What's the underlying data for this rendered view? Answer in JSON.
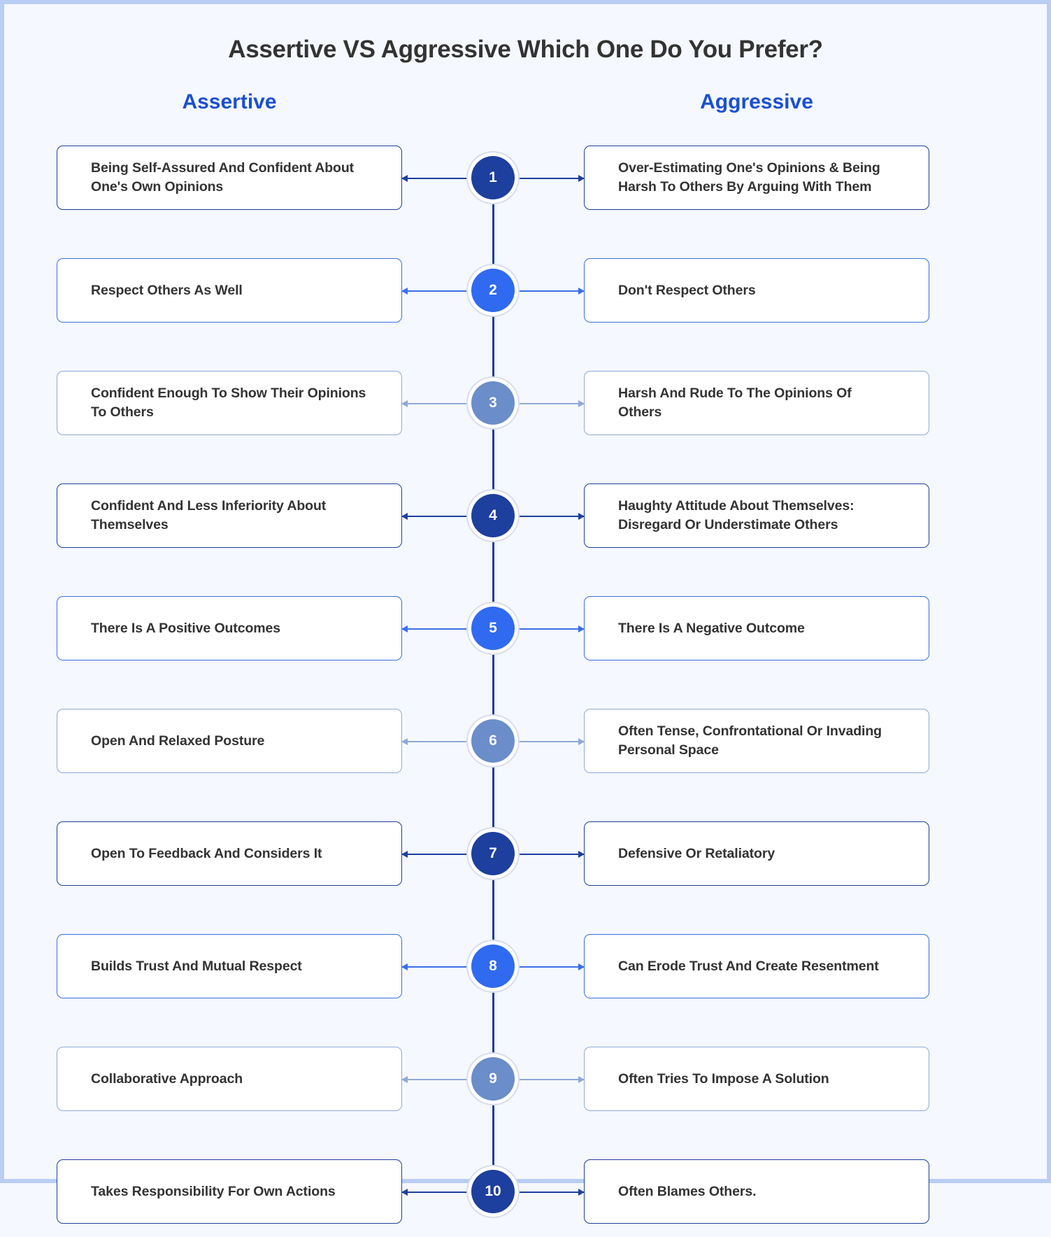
{
  "header": {
    "title": "Assertive VS Aggressive Which One Do You Prefer?",
    "left_column": "Assertive",
    "right_column": "Aggressive"
  },
  "colors": {
    "page_background": "#f5f8fe",
    "page_border": "#b9cdf5",
    "heading_blue": "#1a4fd0",
    "title_text": "#333333",
    "node_navy": "#1d3f9e",
    "node_blue": "#2f6af0",
    "node_steel": "#6b8dc9",
    "box_background": "#ffffff",
    "box_text": "#333333"
  },
  "rows": [
    {
      "number": "1",
      "color": "navy",
      "assertive": "Being Self-Assured And Confident About One's Own Opinions",
      "aggressive": "Over-Estimating One's Opinions & Being Harsh To Others By Arguing With Them"
    },
    {
      "number": "2",
      "color": "blue",
      "assertive": "Respect Others As Well",
      "aggressive": "Don't Respect Others"
    },
    {
      "number": "3",
      "color": "steel",
      "assertive": "Confident Enough To Show Their Opinions To Others",
      "aggressive": "Harsh And Rude To The Opinions Of Others"
    },
    {
      "number": "4",
      "color": "navy",
      "assertive": "Confident And Less Inferiority About Themselves",
      "aggressive": "Haughty Attitude About Themselves: Disregard Or Understimate Others"
    },
    {
      "number": "5",
      "color": "blue",
      "assertive": "There Is A Positive Outcomes",
      "aggressive": "There Is A Negative Outcome"
    },
    {
      "number": "6",
      "color": "steel",
      "assertive": "Open And Relaxed Posture",
      "aggressive": "Often Tense, Confrontational Or Invading Personal Space"
    },
    {
      "number": "7",
      "color": "navy",
      "assertive": "Open To Feedback And Considers It",
      "aggressive": "Defensive Or Retaliatory"
    },
    {
      "number": "8",
      "color": "blue",
      "assertive": "Builds Trust And Mutual Respect",
      "aggressive": "Can Erode Trust And Create Resentment"
    },
    {
      "number": "9",
      "color": "steel",
      "assertive": "Collaborative Approach",
      "aggressive": "Often Tries To Impose A Solution"
    },
    {
      "number": "10",
      "color": "navy",
      "assertive": "Takes Responsibility For Own Actions",
      "aggressive": "Often Blames Others."
    }
  ]
}
